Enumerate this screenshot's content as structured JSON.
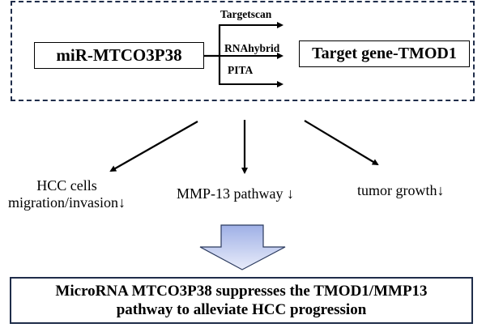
{
  "top_panel": {
    "source_node": "miR-MTCO3P38",
    "target_node": "Target gene-TMOD1",
    "prediction_tools": [
      "Targetscan",
      "RNAhybrid",
      "PITA"
    ]
  },
  "outcomes": {
    "left_line1": "HCC cells",
    "left_line2": "migration/invasion↓",
    "center": "MMP-13 pathway ↓",
    "right": "tumor growth↓"
  },
  "summary": {
    "line1": "MicroRNA MTCO3P38 suppresses the TMOD1/MMP13",
    "line2": "pathway to alleviate HCC progression"
  },
  "colors": {
    "frame": "#1f2d4a",
    "big_arrow_top": "#9fb0e6",
    "big_arrow_bottom": "#e6ebfa"
  }
}
